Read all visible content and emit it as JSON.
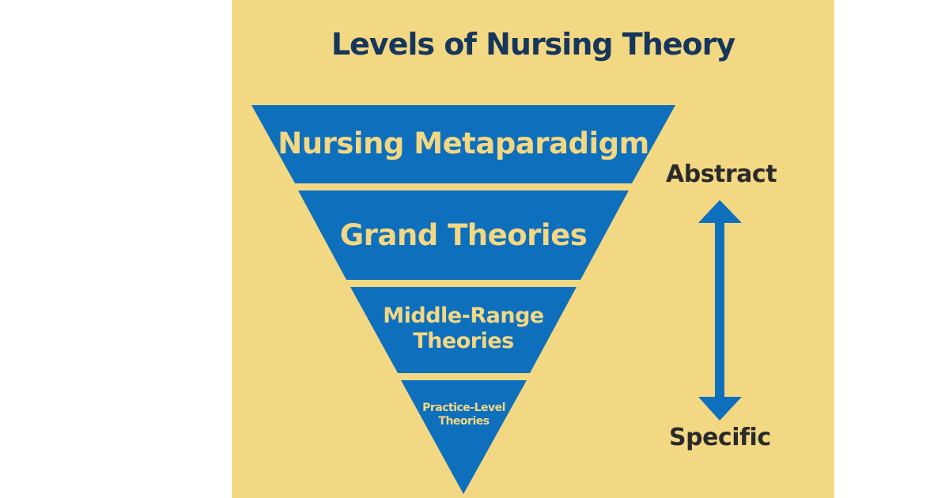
{
  "title": "Levels of Nursing Theory",
  "levels": [
    {
      "label": "Nursing Metaparadigm"
    },
    {
      "label": "Grand Theories"
    },
    {
      "label": "Middle-Range Theories",
      "line1": "Middle-Range",
      "line2": "Theories"
    },
    {
      "label": "Practice-Level Theories",
      "line1": "Practice-Level",
      "line2": "Theories"
    }
  ],
  "scale": {
    "top_label": "Abstract",
    "bottom_label": "Specific",
    "icon": "double-arrow-vertical-icon"
  },
  "colors": {
    "background": "#f3d883",
    "band": "#0e6fbd",
    "band_text": "#f3d883",
    "title": "#16365b",
    "side_text": "#2a2a2a"
  }
}
